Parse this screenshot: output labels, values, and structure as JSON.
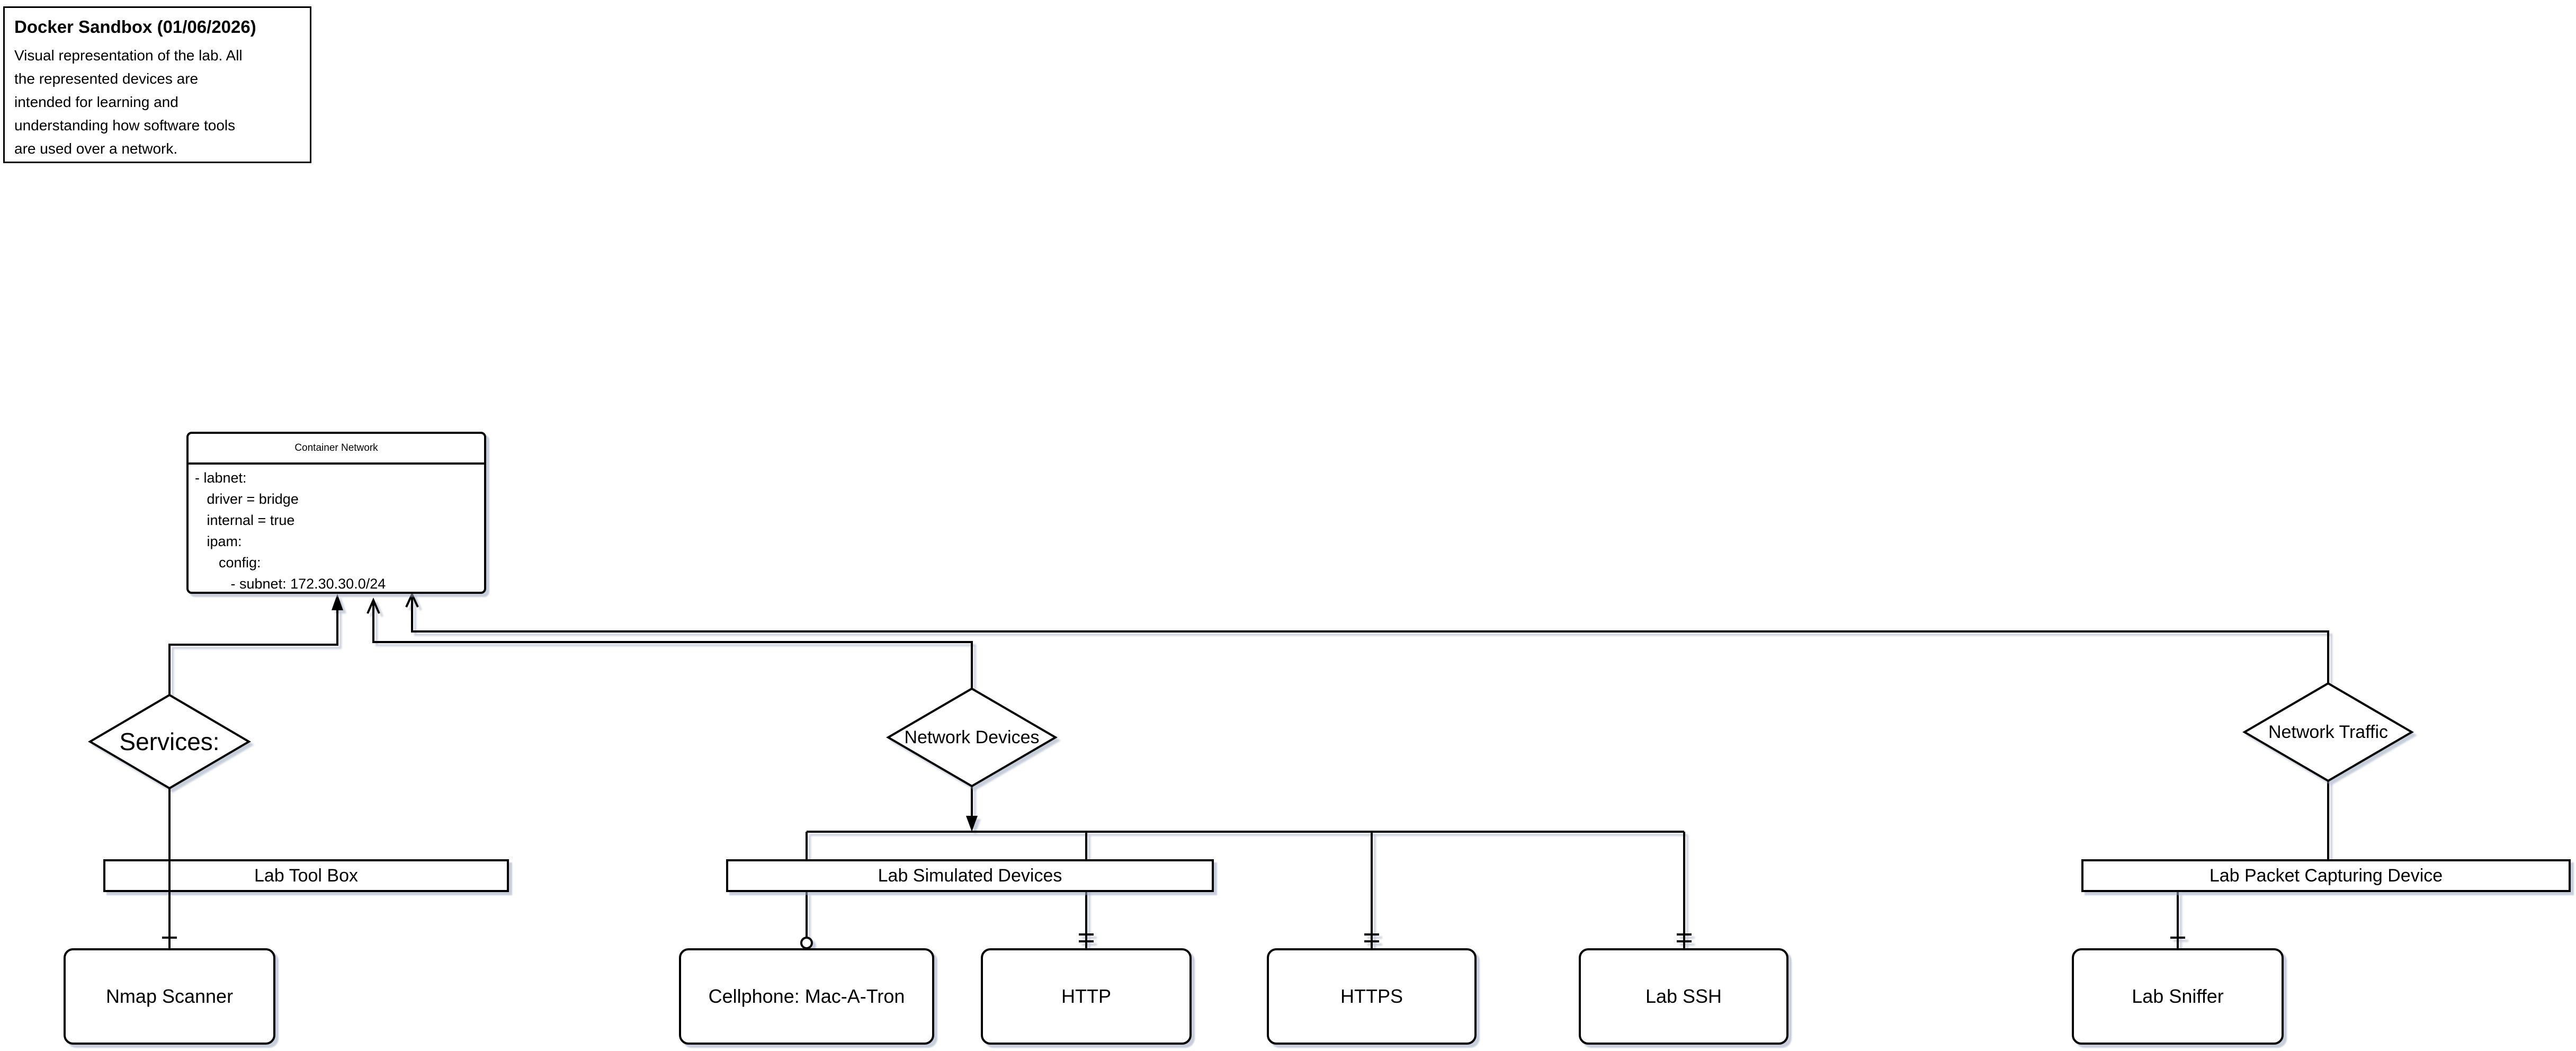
{
  "note": {
    "title": "Docker Sandbox (01/06/2026)",
    "body_lines": [
      "Visual representation of the lab. All",
      "the represented devices are",
      "intended for learning and",
      "understanding how software tools",
      "are used over a network."
    ]
  },
  "network_box": {
    "header": "Container Network",
    "lines": [
      "- labnet:",
      "   driver = bridge",
      "   internal = true",
      "   ipam:",
      "      config:",
      "         - subnet: 172.30.30.0/24"
    ]
  },
  "diamonds": {
    "services": "Services:",
    "network_devices": "Network Devices",
    "network_traffic": "Network Traffic"
  },
  "bars": {
    "tool_box": "Lab Tool Box",
    "simulated_devices": "Lab Simulated Devices",
    "packet_capturing": "Lab Packet Capturing Device"
  },
  "terminals": {
    "nmap": "Nmap Scanner",
    "cellphone": "Cellphone: Mac-A-Tron",
    "http": "HTTP",
    "https": "HTTPS",
    "ssh": "Lab SSH",
    "sniffer": "Lab Sniffer"
  },
  "colors": {
    "stroke": "#000000",
    "background": "#ffffff",
    "shadow": "#9aa5bd"
  }
}
